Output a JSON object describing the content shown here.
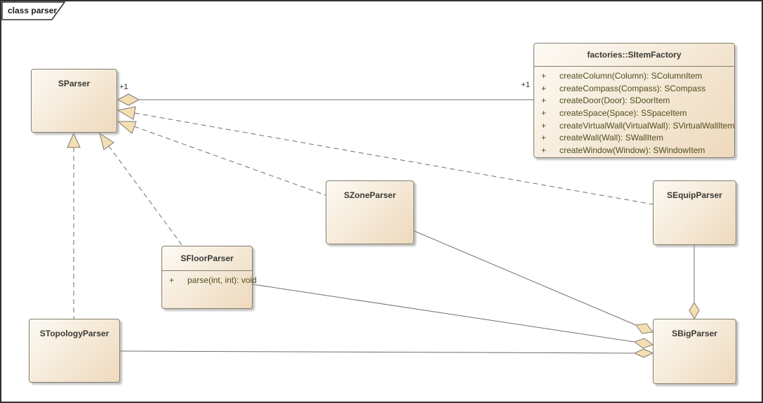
{
  "frame": {
    "label": "class parser"
  },
  "classes": {
    "sparser": {
      "name": "SParser"
    },
    "factory": {
      "name": "factories::SItemFactory",
      "methods": [
        {
          "vis": "+",
          "sig": "createColumn(Column): SColumnItem"
        },
        {
          "vis": "+",
          "sig": "createCompass(Compass): SCompass"
        },
        {
          "vis": "+",
          "sig": "createDoor(Door): SDoorItem"
        },
        {
          "vis": "+",
          "sig": "createSpace(Space): SSpaceItem"
        },
        {
          "vis": "+",
          "sig": "createVirtualWall(VirtualWall): SVirtualWallItem"
        },
        {
          "vis": "+",
          "sig": "createWall(Wall): SWallItem"
        },
        {
          "vis": "+",
          "sig": "createWindow(Window): SWindowItem"
        }
      ]
    },
    "szone": {
      "name": "SZoneParser"
    },
    "sequip": {
      "name": "SEquipParser"
    },
    "sfloor": {
      "name": "SFloorParser",
      "methods": [
        {
          "vis": "+",
          "sig": "parse(int, int): void"
        }
      ]
    },
    "stopology": {
      "name": "STopologyParser"
    },
    "sbig": {
      "name": "SBigParser"
    }
  },
  "labels": {
    "mult_source": "+1",
    "mult_target": "+1"
  },
  "colors": {
    "background": "#ffffff",
    "box_fill_light": "#fdfaf4",
    "box_fill_dark": "#eed9bc",
    "box_border": "#847d6f",
    "title_text": "#3a3a35",
    "method_text": "#4e4e1e",
    "connector": "#6f6f6f",
    "shape_fill": "#f4dfb4",
    "shape_border": "#7e7869",
    "shadow": "rgba(150,150,150,0.55)"
  }
}
